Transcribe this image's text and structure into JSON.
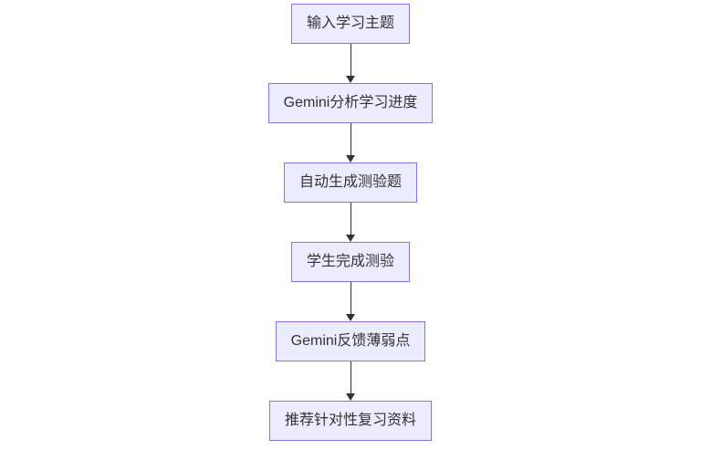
{
  "diagram": {
    "type": "flowchart",
    "direction": "top-down",
    "nodes": [
      {
        "id": "A",
        "label": "输入学习主题"
      },
      {
        "id": "B",
        "label": "Gemini分析学习进度"
      },
      {
        "id": "C",
        "label": "自动生成测验题"
      },
      {
        "id": "D",
        "label": "学生完成测验"
      },
      {
        "id": "E",
        "label": "Gemini反馈薄弱点"
      },
      {
        "id": "F",
        "label": "推荐针对性复习资料"
      }
    ],
    "edges": [
      {
        "from": "A",
        "to": "B",
        "style": "arrow-down"
      },
      {
        "from": "B",
        "to": "C",
        "style": "arrow-down"
      },
      {
        "from": "C",
        "to": "D",
        "style": "arrow-down"
      },
      {
        "from": "D",
        "to": "E",
        "style": "arrow-down"
      },
      {
        "from": "E",
        "to": "F",
        "style": "arrow-down"
      }
    ],
    "colors": {
      "node_fill": "#ECECFF",
      "node_border": "#9370DB",
      "text": "#333333",
      "arrow": "#333333",
      "background": "#FFFFFF"
    }
  }
}
